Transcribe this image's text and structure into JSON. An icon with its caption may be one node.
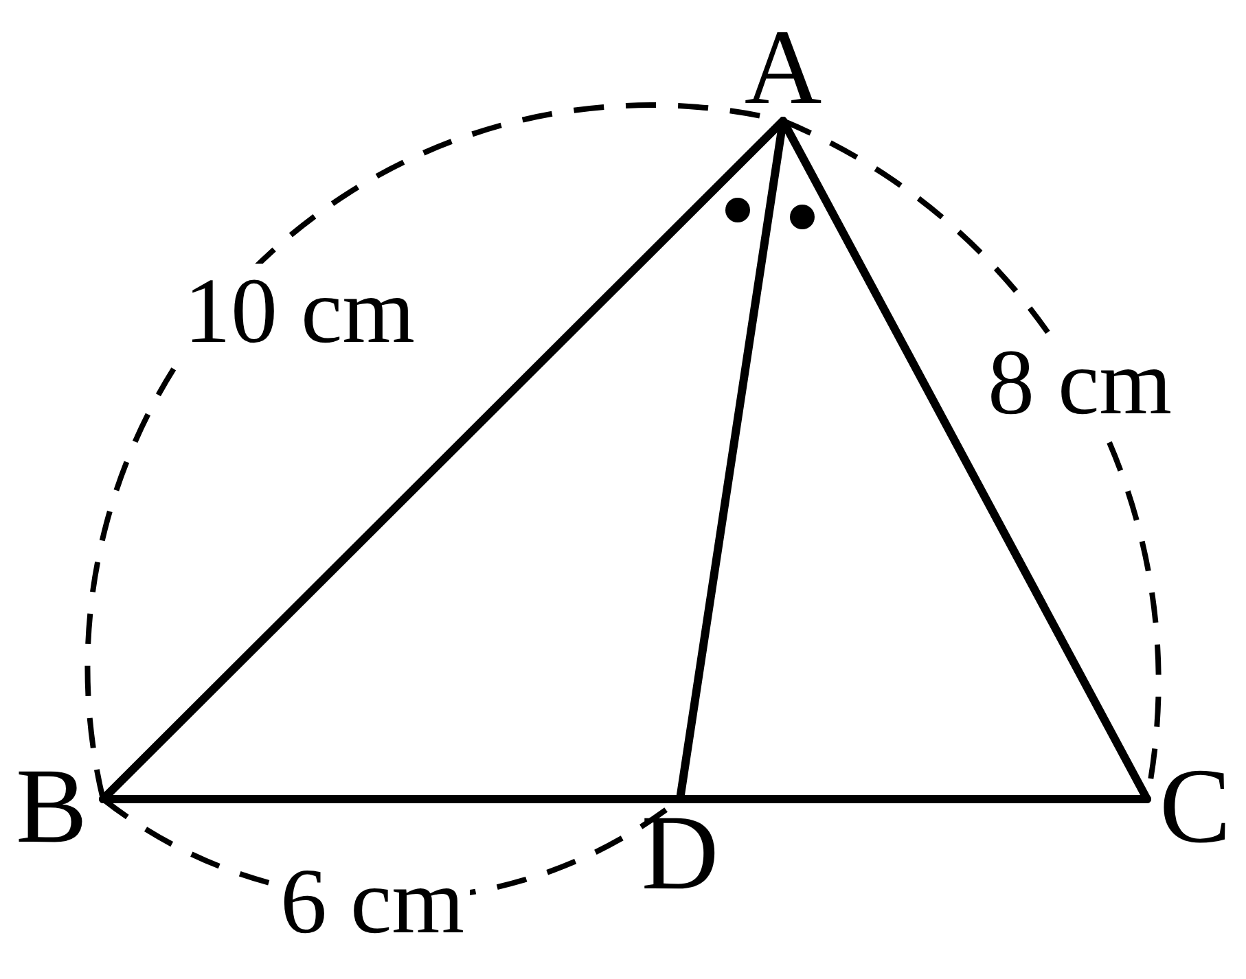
{
  "diagram": {
    "nodes": [
      {
        "text": [
          "A"
        ]
      },
      {
        "text": [
          "B"
        ]
      },
      {
        "text": [
          "C"
        ]
      },
      {
        "text": [
          "D"
        ]
      }
    ],
    "edges": [
      {
        "from": 0,
        "to": 1,
        "arrow": "none"
      },
      {
        "from": 0,
        "to": 2,
        "arrow": "none"
      },
      {
        "from": 1,
        "to": 3,
        "arrow": "none"
      },
      {
        "from": 3,
        "to": 2,
        "arrow": "none"
      },
      {
        "from": 0,
        "to": 3,
        "arrow": "none"
      }
    ],
    "labels": [
      "10 cm",
      "8 cm",
      "6 cm"
    ]
  }
}
